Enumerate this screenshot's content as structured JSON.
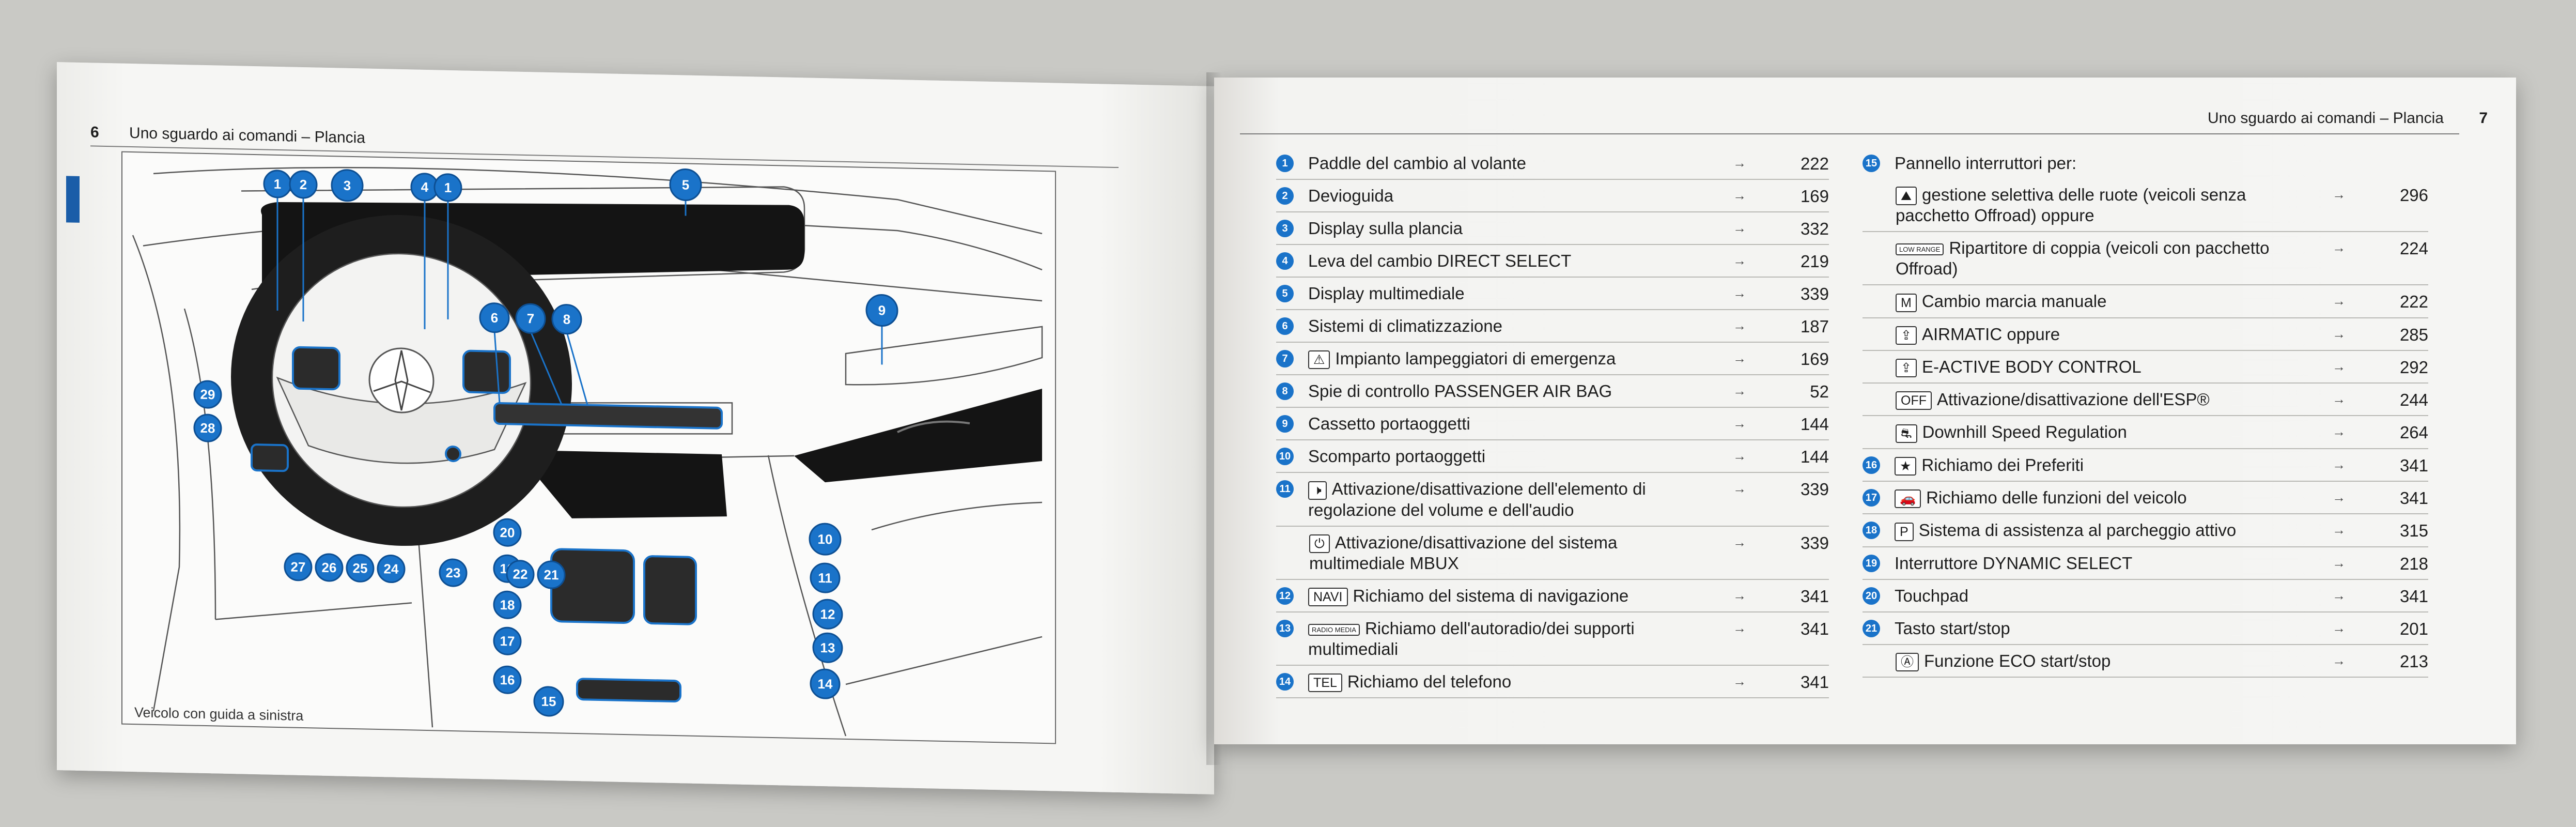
{
  "left_page": {
    "page_number": "6",
    "header": "Uno sguardo ai comandi – Plancia",
    "caption": "Veicolo con guida a sinistra",
    "callouts": [
      "1",
      "2",
      "3",
      "4",
      "1",
      "5",
      "6",
      "7",
      "8",
      "9",
      "29",
      "28",
      "20",
      "10",
      "19",
      "11",
      "18",
      "12",
      "17",
      "13",
      "16",
      "14",
      "15",
      "27",
      "26",
      "25",
      "24",
      "23",
      "22",
      "21"
    ]
  },
  "right_page": {
    "page_number": "7",
    "header": "Uno sguardo ai comandi – Plancia",
    "arrow": "→",
    "col1": [
      {
        "num": "1",
        "label": "Paddle del cambio al volante",
        "page": "222"
      },
      {
        "num": "2",
        "label": "Devioguida",
        "page": "169"
      },
      {
        "num": "3",
        "label": "Display sulla plancia",
        "page": "332"
      },
      {
        "num": "4",
        "label": "Leva del cambio DIRECT SELECT",
        "page": "219"
      },
      {
        "num": "5",
        "label": "Display multimediale",
        "page": "339"
      },
      {
        "num": "6",
        "label": "Sistemi di climatizzazione",
        "page": "187"
      },
      {
        "num": "7",
        "key": "⚠",
        "label": "Impianto lampeggiatori di emergenza",
        "page": "169"
      },
      {
        "num": "8",
        "label": "Spie di controllo PASSENGER AIR BAG",
        "page": "52"
      },
      {
        "num": "9",
        "label": "Cassetto portaoggetti",
        "page": "144"
      },
      {
        "num": "10",
        "label": "Scomparto portaoggetti",
        "page": "144"
      },
      {
        "num": "11",
        "key": "🕨",
        "label": "Attivazione/disattivazione dell'elemento di regolazione del volume e dell'audio",
        "page": "339"
      },
      {
        "num": "",
        "sub": true,
        "key": "⏻",
        "label": "Attivazione/disattivazione del sistema multimediale MBUX",
        "page": "339"
      },
      {
        "num": "12",
        "key": "NAVI",
        "label": "Richiamo del sistema di navigazione",
        "page": "341"
      },
      {
        "num": "13",
        "key": "RADIO MEDIA",
        "label": "Richiamo dell'autoradio/dei supporti multimediali",
        "page": "341"
      },
      {
        "num": "14",
        "key": "TEL",
        "label": "Richiamo del telefono",
        "page": "341"
      }
    ],
    "col2_heading": {
      "num": "15",
      "label": "Pannello interruttori per:"
    },
    "col2": [
      {
        "num": "",
        "sub": true,
        "key": "⛰",
        "label": "gestione selettiva delle ruote (veicoli senza pacchetto Offroad) oppure",
        "page": "296"
      },
      {
        "num": "",
        "sub": true,
        "key": "LOW RANGE",
        "label": "Ripartitore di coppia (veicoli con pacchetto Offroad)",
        "page": "224"
      },
      {
        "num": "",
        "sub": true,
        "key": "M",
        "label": "Cambio marcia manuale",
        "page": "222"
      },
      {
        "num": "",
        "sub": true,
        "key": "⇪",
        "label": "AIRMATIC oppure",
        "page": "285"
      },
      {
        "num": "",
        "sub": true,
        "key": "⇪",
        "label": "E-ACTIVE BODY CONTROL",
        "page": "292"
      },
      {
        "num": "",
        "sub": true,
        "key": "OFF",
        "label": "Attivazione/disattivazione dell'ESP®",
        "page": "244"
      },
      {
        "num": "",
        "sub": true,
        "key": "⛐",
        "label": "Downhill Speed Regulation",
        "page": "264"
      },
      {
        "num": "16",
        "key": "★",
        "label": "Richiamo dei Preferiti",
        "page": "341"
      },
      {
        "num": "17",
        "key": "🚗",
        "label": "Richiamo delle funzioni del veicolo",
        "page": "341"
      },
      {
        "num": "18",
        "key": "P",
        "label": "Sistema di assistenza al parcheggio attivo",
        "page": "315"
      },
      {
        "num": "19",
        "label": "Interruttore DYNAMIC SELECT",
        "page": "218"
      },
      {
        "num": "20",
        "label": "Touchpad",
        "page": "341"
      },
      {
        "num": "21",
        "label": "Tasto start/stop",
        "page": "201"
      },
      {
        "num": "",
        "sub": true,
        "key": "Ⓐ",
        "label": "Funzione ECO start/stop",
        "page": "213"
      }
    ]
  }
}
